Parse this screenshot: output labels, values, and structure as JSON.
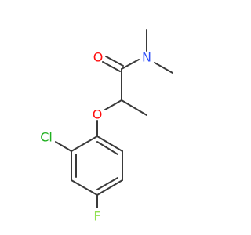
{
  "molecule": {
    "atoms": {
      "oxygen_carbonyl": {
        "label": "O",
        "color": "#ff0d0d"
      },
      "nitrogen": {
        "label": "N",
        "color": "#3050f8"
      },
      "oxygen_ether": {
        "label": "O",
        "color": "#ff0d0d"
      },
      "chlorine": {
        "label": "Cl",
        "color": "#1fb01f"
      },
      "fluorine": {
        "label": "F",
        "color": "#90e050"
      }
    },
    "bond_color": "#3a3a3a"
  }
}
